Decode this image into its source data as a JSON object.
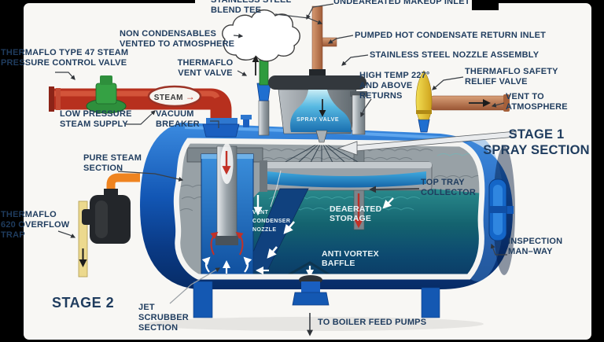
{
  "labels": {
    "blend_tee": "STAINLESS STEEL\nBLEND TEE",
    "makeup_inlet": "UNDEAREATED MAKEUP INLET",
    "non_condensables": "NON CONDENSABLES\nVENTED TO ATMOSPHERE",
    "type47_valve": "THERMAFLO TYPE 47 STEAM\nPRESSURE CONTROL VALVE",
    "vent_valve": "THERMAFLO\nVENT VALVE",
    "pumped_condensate": "PUMPED HOT CONDENSATE RETURN INLET",
    "nozzle_assembly": "STAINLESS STEEL NOZZLE ASSEMBLY",
    "high_temp_returns": "HIGH TEMP 227°\nAND ABOVE\nRETURNS",
    "safety_relief_valve": "THERMAFLO SAFETY\nRELIEF VALVE",
    "vent_to_atmosphere": "VENT TO\nATMOSPHERE",
    "low_pressure_supply": "LOW PRESSURE\nSTEAM SUPPLY",
    "vacuum_breaker": "VACUUM\nBREAKER",
    "stage1": "STAGE 1\nSPRAY SECTION",
    "pure_steam": "PURE STEAM\nSECTION",
    "top_tray": "TOP TRAY\nCOLLECTOR",
    "overflow_trap": "THERMAFLO\n620 OVERFLOW\nTRAP",
    "spray_valve": "SPRAY VALVE",
    "vent_condenser": "VENT\nCONDENSER\nNOZZLE",
    "deaerated_storage": "DEAERATED\nSTORAGE",
    "anti_vortex": "ANTI VORTEX\nBAFFLE",
    "inspection_manway": "INSPECTION\nMAN–WAY",
    "stage2": "STAGE 2",
    "jet_scrubber": "JET\nSCRUBBER\nSECTION",
    "to_boiler": "TO BOILER FEED PUMPS",
    "steam": "STEAM"
  },
  "icons": {
    "flow_arrow": "→"
  },
  "colors": {
    "background": "#000000",
    "canvas_white": "#f8f7f4",
    "label_navy": "#1f3c5e",
    "tank_blue": "#1256b4",
    "storage_teal": "#14636f",
    "steam_pipe_red": "#b7301e",
    "control_valve_green": "#2e8f3c",
    "relief_valve_yellow": "#e8cf3a",
    "copper": "#c08154",
    "overflow_pipe_orange": "#ef8420",
    "trap_black": "#23262a"
  }
}
